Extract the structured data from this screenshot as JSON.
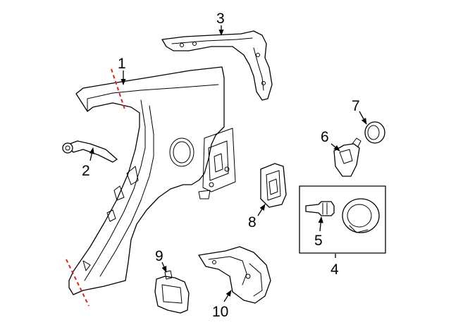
{
  "callouts": {
    "c1": "1",
    "c2": "2",
    "c3": "3",
    "c4": "4",
    "c5": "5",
    "c6": "6",
    "c7": "7",
    "c8": "8",
    "c9": "9",
    "c10": "10"
  },
  "colors": {
    "line": "#000000",
    "background": "#ffffff",
    "cut_line": "#e0201c"
  }
}
